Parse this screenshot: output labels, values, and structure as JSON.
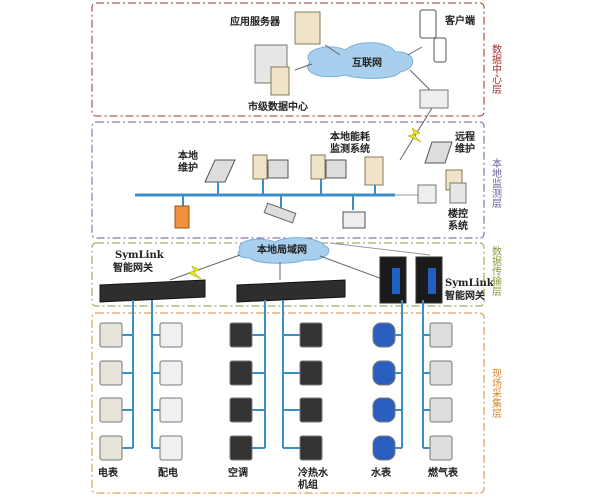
{
  "layers": [
    {
      "label": "数据中心层",
      "color": "#a0302a"
    },
    {
      "label": "本地监测层",
      "color": "#6a5a9a"
    },
    {
      "label": "数据传输层",
      "color": "#8a9a40"
    },
    {
      "label": "现场采集层",
      "color": "#d08a30"
    }
  ],
  "data_center": {
    "app_server": "应用服务器",
    "client": "客户端",
    "internet": "互联网",
    "city_dc": "市级数据中心"
  },
  "monitoring": {
    "local_maint": [
      "本地",
      "维护"
    ],
    "energy_system": [
      "本地能耗",
      "监测系统"
    ],
    "remote_maint": [
      "远程",
      "维护"
    ],
    "building_control": [
      "楼控",
      "系统"
    ]
  },
  "transport": {
    "lan": "本地局域网",
    "gateway_left": [
      "SymLink",
      "智能网关"
    ],
    "gateway_right": [
      "SymLink",
      "智能网关"
    ]
  },
  "field": {
    "devices": [
      {
        "label": [
          "电表"
        ]
      },
      {
        "label": [
          "配电"
        ]
      },
      {
        "label": [
          "空调"
        ]
      },
      {
        "label": [
          "冷热水",
          "机组"
        ]
      },
      {
        "label": [
          "水表"
        ]
      },
      {
        "label": [
          "燃气表"
        ]
      }
    ]
  }
}
